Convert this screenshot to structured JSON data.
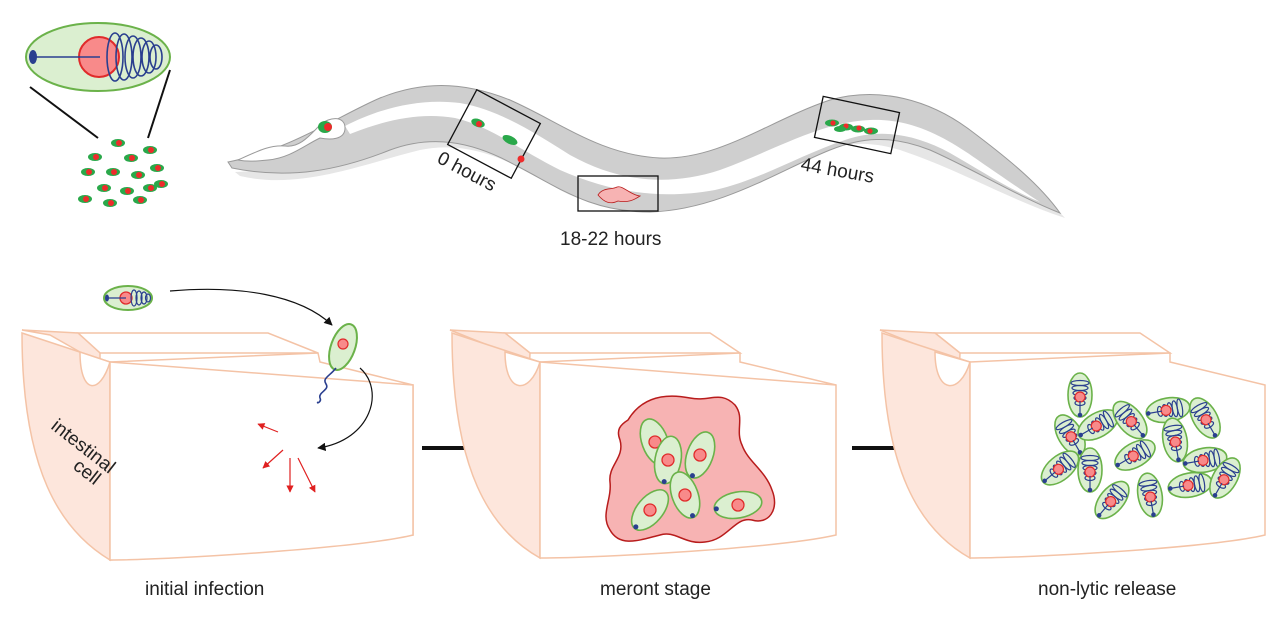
{
  "labels": {
    "time_0": "0 hours",
    "time_18_22": "18-22 hours",
    "time_44": "44 hours",
    "cell_label_line1": "intestinal",
    "cell_label_line2": "cell",
    "stage_1": "initial infection",
    "stage_2": "meront stage",
    "stage_3": "non-lytic release"
  },
  "colors": {
    "worm_body": "#cfcfcf",
    "cell_fill": "#fde6dc",
    "cell_edge": "#f4c3a6",
    "spore_green": "#2aa84a",
    "spore_red": "#ee2b2b",
    "meront_fill": "#f7b3b3",
    "meront_edge": "#b81c1c",
    "spore_shell_fill": "#dbefd0",
    "spore_shell_edge": "#6bb24a",
    "polar_tube": "#2a3f8f",
    "arrow_red": "#e02020"
  }
}
